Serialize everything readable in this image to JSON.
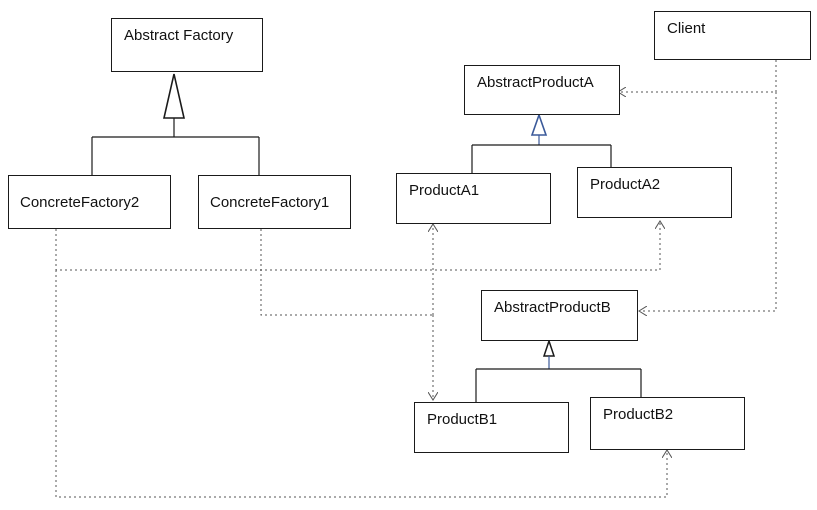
{
  "classes": {
    "abstract_factory": "Abstract Factory",
    "concrete_factory_2": "ConcreteFactory2",
    "concrete_factory_1": "ConcreteFactory1",
    "abstract_product_a": "AbstractProductA",
    "product_a1": "ProductA1",
    "product_a2": "ProductA2",
    "abstract_product_b": "AbstractProductB",
    "product_b1": "ProductB1",
    "product_b2": "ProductB2",
    "client": "Client"
  },
  "colors": {
    "line": "#1a1a1a",
    "dashed": "#555555",
    "abstract_product_a_arrow": "#3b5a9a",
    "abstract_product_b_arrow": "#3b5a9a"
  }
}
